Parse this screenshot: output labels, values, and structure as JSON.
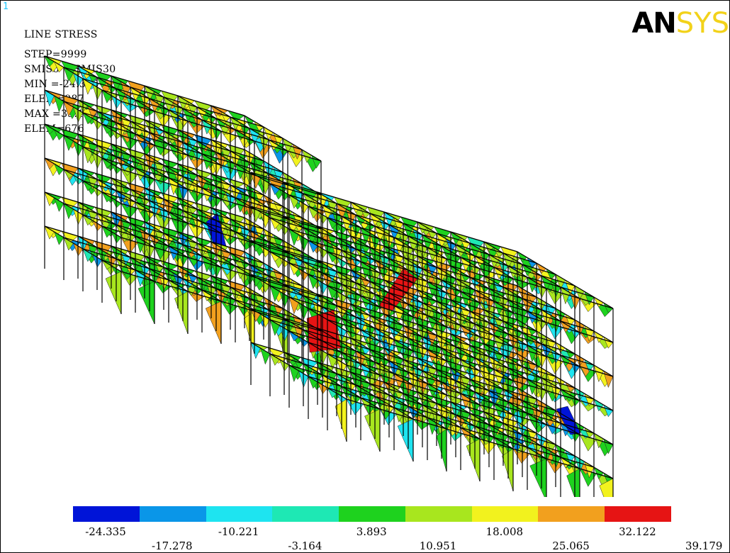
{
  "window_number": "1",
  "plot_title": "LINE STRESS",
  "step": "STEP=9999",
  "smis_a": "SMIS6",
  "smis_b": "SMIS30",
  "min": "MIN =-24.335",
  "min_elem": "ELEM=987",
  "max": "MAX =39.179",
  "max_elem": "ELEM=676",
  "logo": {
    "bold": "AN",
    "light": "SYS"
  },
  "legend": {
    "colors": [
      "#0014d8",
      "#0a96e8",
      "#1ee4f0",
      "#1ee8b4",
      "#1ed21e",
      "#a8e61e",
      "#f2f21e",
      "#f2a01e",
      "#e61414"
    ],
    "labels": [
      "-24.335",
      "-17.278",
      "-10.221",
      "-3.164",
      "3.893",
      "10.951",
      "18.008",
      "25.065",
      "32.122",
      "39.179"
    ]
  }
}
